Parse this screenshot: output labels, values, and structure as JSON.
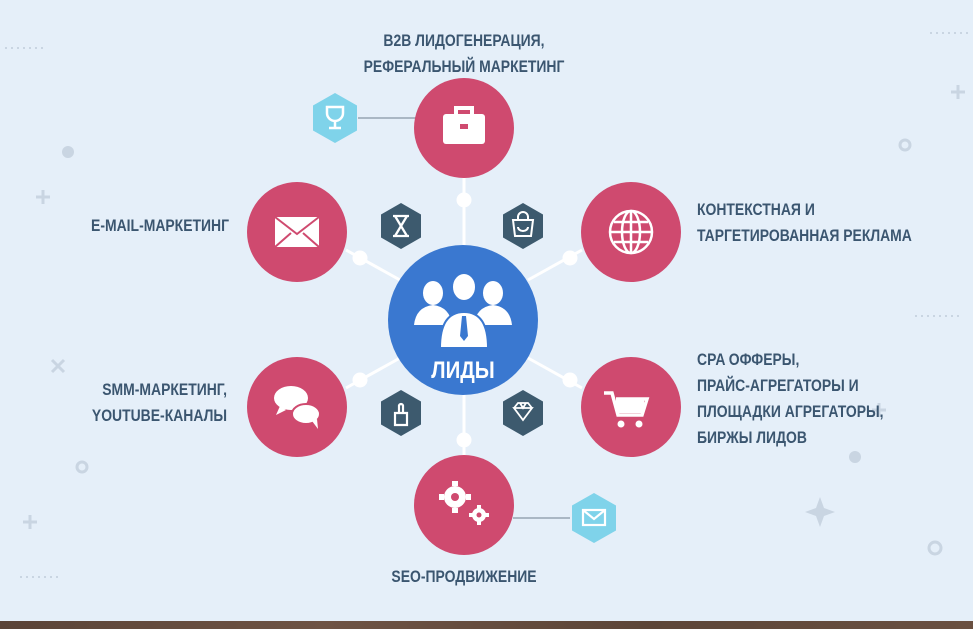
{
  "center": {
    "label": "ЛИДЫ",
    "icon": "people-group-icon"
  },
  "channels": [
    {
      "id": "b2b",
      "lines": [
        "B2B ЛИДОГЕНЕРАЦИЯ,",
        "РЕФЕРАЛЬНЫЙ МАРКЕТИНГ"
      ],
      "icon": "briefcase-icon"
    },
    {
      "id": "email",
      "lines": [
        "E-MAIL-МАРКЕТИНГ"
      ],
      "icon": "envelope-icon"
    },
    {
      "id": "context",
      "lines": [
        "КОНТЕКСТНАЯ И",
        "ТАРГЕТИРОВАННАЯ РЕКЛАМА"
      ],
      "icon": "globe-icon"
    },
    {
      "id": "smm",
      "lines": [
        "SMM-МАРКЕТИНГ,",
        "YOUTUBE-КАНАЛЫ"
      ],
      "icon": "chat-bubbles-icon"
    },
    {
      "id": "cpa",
      "lines": [
        "CPA ОФФЕРЫ,",
        "ПРАЙС-АГРЕГАТОРЫ И",
        "ПЛОЩАДКИ АГРЕГАТОРЫ,",
        "БИРЖЫ ЛИДОВ"
      ],
      "icon": "shopping-cart-icon"
    },
    {
      "id": "seo",
      "lines": [
        "SEO-ПРОДВИЖЕНИЕ"
      ],
      "icon": "gears-icon"
    }
  ],
  "colors": {
    "background": "#e5eff9",
    "channel": "#cf4a6f",
    "center": "#3a78d0",
    "hex_dark": "#3d5a6e",
    "hex_light": "#7fd3ea",
    "text": "#3b5670"
  }
}
